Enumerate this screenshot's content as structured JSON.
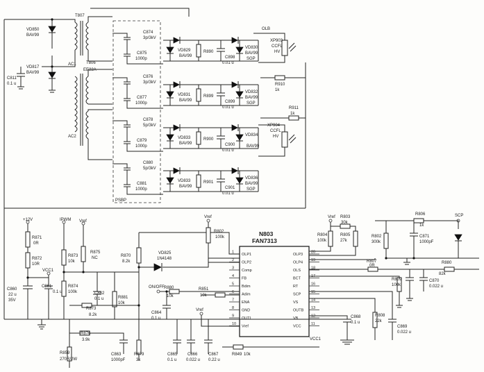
{
  "transformers": {
    "t1": {
      "ref": "T807",
      "tag1": "AC1"
    },
    "t2": {
      "ref": "T806",
      "part": "EE22A",
      "tag": "AC2"
    }
  },
  "top_parts": [
    {
      "ref": "VD850",
      "val": "BAV99"
    },
    {
      "ref": "VD817",
      "val": "BAV99"
    },
    {
      "ref": "C811",
      "val": "0.1 u"
    }
  ],
  "stages": [
    {
      "c_hv": "C874",
      "c_hv_val": "3p/3kV",
      "c_lv": "C875",
      "c_lv_val": "1000p",
      "vd": "VD829",
      "vd_val": "BAV99",
      "r": "R890",
      "c_out": "C898",
      "c_out_val": "0.01 u",
      "vd2": "VD830",
      "vd2_val": "SGP"
    },
    {
      "c_hv": "C876",
      "c_hv_val": "3p/3kV",
      "c_lv": "C877",
      "c_lv_val": "1000p",
      "vd": "VD831",
      "vd_val": "BAV99",
      "r": "R899",
      "c_out": "C899",
      "c_out_val": "0.01 u",
      "vd2": "VD832",
      "vd2_val": "SGP"
    },
    {
      "c_hv": "C878",
      "c_hv_val": "5p/3kV",
      "c_lv": "C879",
      "c_lv_val": "1000p",
      "vd": "VD833",
      "vd_val": "BAV99",
      "r": "R900",
      "c_out": "C900",
      "c_out_val": "0.01 u",
      "vd2": "VD834",
      "vd2_val": "BAV99"
    },
    {
      "c_hv": "C880",
      "c_hv_val": "5p/3kV",
      "c_lv": "C881",
      "c_lv_val": "1000p",
      "vd": "VD833",
      "vd_val": "BAV99",
      "r": "R901",
      "c_out": "C901",
      "c_out_val": "0.01 u",
      "vd2": "VD836",
      "vd2_val": "SGP"
    }
  ],
  "stage_extra": [
    "BAV99",
    "BAV99",
    "",
    "BAV99"
  ],
  "lamps": [
    {
      "ref": "XP903",
      "name": "CCFL",
      "v": "HV",
      "node": "OLB"
    },
    {
      "ref": "XP904",
      "name": "CCFL",
      "v": "HV",
      "node": ""
    }
  ],
  "r910": {
    "ref": "R910",
    "val": "1k"
  },
  "r911": {
    "ref": "R911",
    "val": "1k"
  },
  "psr_label": "PSBP",
  "ic": {
    "ref": "N803",
    "part": "FAN7313",
    "left_pins": [
      {
        "n": "1",
        "name": "OLP1"
      },
      {
        "n": "2",
        "name": "OLP2"
      },
      {
        "n": "3",
        "name": "Comp"
      },
      {
        "n": "4",
        "name": "FB"
      },
      {
        "n": "5",
        "name": "Bdim"
      },
      {
        "n": "6",
        "name": "Adim"
      },
      {
        "n": "7",
        "name": "ENA"
      },
      {
        "n": "8",
        "name": "GND"
      },
      {
        "n": "9",
        "name": "OUTL"
      },
      {
        "n": "10",
        "name": "Vref"
      }
    ],
    "right_pins": [
      {
        "n": "20",
        "name": "OLP3"
      },
      {
        "n": "19",
        "name": "OLP4"
      },
      {
        "n": "18",
        "name": "OLS"
      },
      {
        "n": "17",
        "name": "BCT"
      },
      {
        "n": "16",
        "name": "RT"
      },
      {
        "n": "15",
        "name": "SCP"
      },
      {
        "n": "14",
        "name": "VS"
      },
      {
        "n": "13",
        "name": "OUTB"
      },
      {
        "n": "12",
        "name": "VB"
      },
      {
        "n": "11",
        "name": "VCC"
      }
    ]
  },
  "left_block": {
    "v12": "+12V",
    "ipwm": "IPWM",
    "vref": "Vref",
    "vcc1": "VCC1",
    "r871": {
      "ref": "R871",
      "val": "0R"
    },
    "r872": {
      "ref": "R872",
      "val": "10R"
    },
    "r873": {
      "ref": "R873",
      "val": "10k"
    },
    "r875": {
      "ref": "R875",
      "val": "NC"
    },
    "r874": {
      "ref": "R874",
      "val": "100k"
    },
    "r870": {
      "ref": "R870",
      "val": "8.2k"
    },
    "c860": {
      "ref": "C860",
      "val": "22 u",
      "v": "35V"
    },
    "c861": {
      "ref": "C861",
      "val": "0.1 u"
    },
    "c862": {
      "ref": "C862",
      "val": "0.1 u"
    },
    "r873b": {
      "ref": "R873",
      "val": "8.2k"
    },
    "r876": {
      "ref": "R876",
      "val": "3.9k"
    },
    "r859": {
      "ref": "R859",
      "val": "270R/2W"
    },
    "c863": {
      "ref": "C863",
      "val": "1000pF"
    },
    "r881": {
      "ref": "R881",
      "val": "10k"
    },
    "r879": {
      "ref": "R879",
      "val": "3k"
    },
    "vd825": {
      "ref": "VD825",
      "val": "1N4148"
    },
    "onoff": "ON/OFF",
    "r880": {
      "ref": "R880",
      "val": "10k"
    },
    "r851": {
      "ref": "R851",
      "val": "10k"
    },
    "c864": {
      "ref": "C864",
      "val": "0.1 u"
    },
    "c865": {
      "ref": "C865",
      "val": "0.1 u"
    },
    "c866": {
      "ref": "C866",
      "val": "0.022 u"
    },
    "c867": {
      "ref": "C867",
      "val": "0.22 u"
    },
    "r849": {
      "ref": "R849",
      "val": "10k"
    },
    "vref2": "Vref",
    "r802": {
      "ref": "R802",
      "val": "100k"
    },
    "vref3": "Vref"
  },
  "right_block": {
    "vref": "Vref",
    "r803": {
      "ref": "R803",
      "val": "30k"
    },
    "r804": {
      "ref": "R804",
      "val": "100k"
    },
    "r805": {
      "ref": "R805",
      "val": "27k"
    },
    "r802b": {
      "ref": "R802",
      "val": "300k"
    },
    "c871": {
      "ref": "C871",
      "val": "1000pF"
    },
    "r806": {
      "ref": "R806",
      "val": "1k"
    },
    "scp": "SCP",
    "r807": {
      "ref": "R807",
      "val": "0R"
    },
    "r809": {
      "ref": "R809",
      "val": "100k"
    },
    "r880": {
      "ref": "R880",
      "val": "82k"
    },
    "c870": {
      "ref": "C870",
      "val": "0.022 u"
    },
    "r808": {
      "ref": "R808",
      "val": "22k"
    },
    "c868": {
      "ref": "C868",
      "val": "0.1 u"
    },
    "c869": {
      "ref": "C869",
      "val": "0.022 u"
    },
    "vcc1": "VCC1"
  }
}
